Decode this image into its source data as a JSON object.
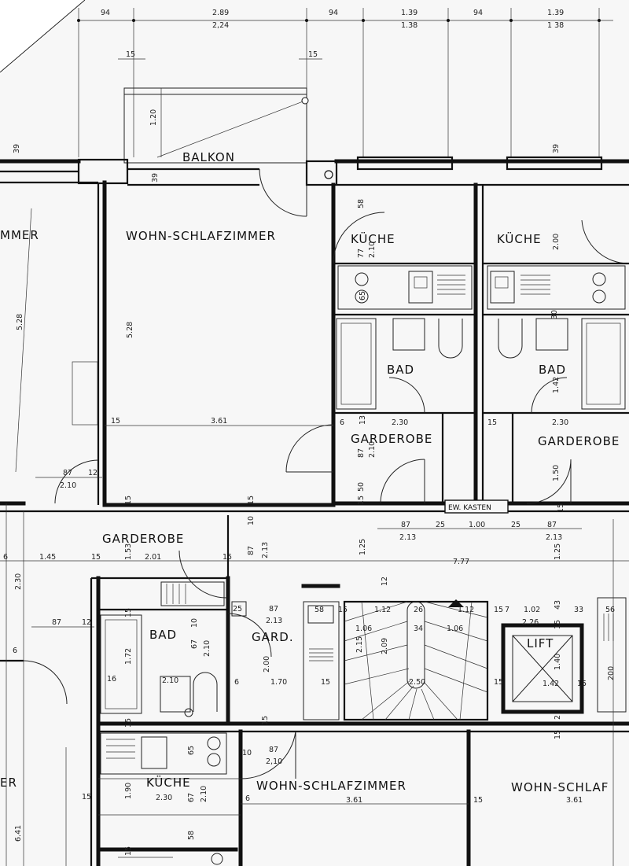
{
  "rooms": {
    "balkon": "BALKON",
    "wohn_main": "WOHN-SCHLAFZIMMER",
    "wohn_left": "MMER",
    "kueche_1": "KÜCHE",
    "kueche_2": "KÜCHE",
    "bad_1": "BAD",
    "bad_2": "BAD",
    "garderobe_1": "GARDEROBE",
    "garderobe_2": "GARDEROBE",
    "ew_kasten": "EW. KASTEN",
    "garderobe_3": "GARDEROBE",
    "bad_3": "BAD",
    "gard": "GARD.",
    "lift": "LIFT",
    "kueche_3": "KÜCHE",
    "wohn_bottom": "WOHN-SCHLAFZIMMER",
    "wohn_right": "WOHN-SCHLAF",
    "er_left": "ER"
  },
  "dimensions": {
    "top_94_a": "94",
    "top_289": "2.89",
    "top_224": "2,24",
    "top_94_b": "94",
    "top_139_a": "1.39",
    "top_138_a": "1.38",
    "top_94_c": "94",
    "top_139_b": "1.39",
    "top_138_b": "1 38",
    "w15_a": "15",
    "w15_b": "15",
    "bal_120": "1.20",
    "bal_39_a": "39",
    "bal_39_b": "39",
    "bal_39_c": "39",
    "k_58": "58",
    "k_77": "77",
    "k_210": "2.10",
    "k_200": "2.00",
    "k_65": "65",
    "k_30": "30",
    "v_528_a": "5.28",
    "v_528_b": "5.28",
    "w_15_c": "15",
    "w_361": "3.61",
    "w_6": "6",
    "bad_13": "13",
    "bad_230": "2.30",
    "bad_142": "1.42",
    "bad_15": "15",
    "bad_230_b": "2.30",
    "gar_87": "87",
    "gar_210": "2.10",
    "gar_50": "50",
    "gar_15": "15",
    "gar_150": "1.50",
    "l_87": "87",
    "l_12": "12",
    "l_210": "2.10",
    "mid_15_a": "15",
    "mid_15_b": "15",
    "mid_10": "10",
    "mid_87_a": "87",
    "mid_213_a": "2.13",
    "mid_25_a": "25",
    "mid_100": "1.00",
    "mid_25_b": "25",
    "mid_87_b": "87",
    "mid_213_b": "2.13",
    "mid_15_c": "15",
    "row_6": "6",
    "row_145": "1.45",
    "row_15": "15",
    "row_153": "1.53",
    "row_201": "2.01",
    "row_15_b": "15",
    "row_87": "87",
    "row_213": "2.13",
    "row_125_a": "1.25",
    "row_777": "7.77",
    "row_125_b": "1.25",
    "l2_230": "2.30",
    "l2_87": "87",
    "l2_12": "12",
    "l2_6": "6",
    "b3_15_a": "15",
    "b3_172": "1.72",
    "b3_16": "16",
    "b3_210_a": "2.10",
    "b3_67": "67",
    "b3_10": "10",
    "b3_210_b": "2.10",
    "b3_6": "6",
    "g_25": "25",
    "g_87": "87",
    "g_213": "2.13",
    "g_200": "2.00",
    "g_170": "1.70",
    "g_15": "15",
    "g_15_b": "15",
    "s_58": "58",
    "s_15": "15",
    "s_12": "12",
    "s_112": "1.12",
    "s_26": "26",
    "s_112_b": "1.12",
    "s_15_b": "15",
    "s_7": "7",
    "s_102": "1.02",
    "s_43": "43",
    "s_33": "33",
    "s_56": "56",
    "s_106_a": "1.06",
    "s_34": "34",
    "s_106_b": "1.06",
    "s_226": "2.26",
    "s_15_c": "15",
    "s_215": "2.15",
    "s_209": "2.09",
    "s_250": "2.50",
    "s_140": "1.40",
    "s_142": "1.42",
    "s_15_d": "15",
    "s_200": "200",
    "s_15_e": "15",
    "s_2": "2",
    "s_15_f": "15",
    "bot_15_a": "15",
    "bot_65": "65",
    "bot_10": "10",
    "bot_87": "87",
    "bot_210": "2,10",
    "bot_15_b": "15",
    "bot_190": "1.90",
    "bot_230": "2.30",
    "bot_67": "67",
    "bot_210_b": "2.10",
    "bot_6": "6",
    "bot_361": "3.61",
    "bot_15_c": "15",
    "bot_361_b": "3.61",
    "bot_641": "6.41",
    "bot_58": "58",
    "bot_15_d": "15"
  }
}
